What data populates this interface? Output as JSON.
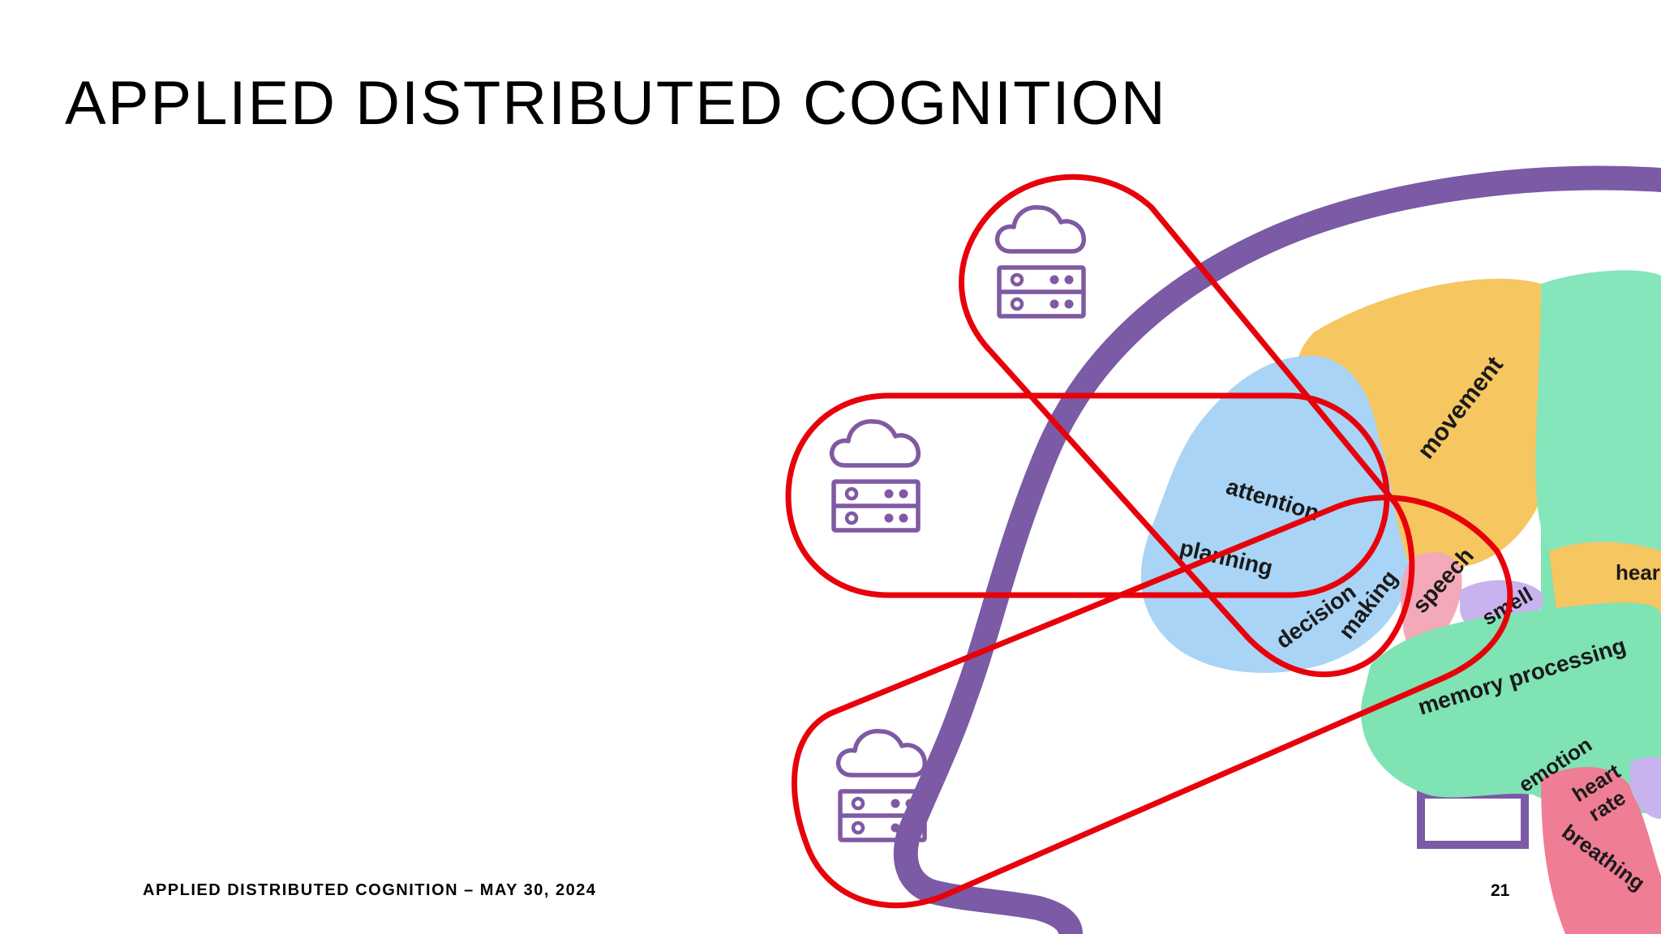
{
  "slide": {
    "title": "APPLIED DISTRIBUTED COGNITION",
    "footer": "APPLIED DISTRIBUTED COGNITION – MAY 30, 2024",
    "page_number": "21"
  },
  "brain_labels": {
    "movement": "movement",
    "attention": "attention",
    "planning": "planning",
    "decision": "decision",
    "making": "making",
    "speech": "speech",
    "smell": "smell",
    "hear": "hear",
    "memory_processing": "memory processing",
    "emotion": "emotion",
    "heart": "heart",
    "rate": "rate",
    "breathing": "breathing"
  },
  "icons": [
    "cloud-server-icon",
    "cloud-server-icon",
    "cloud-server-icon"
  ],
  "colors": {
    "highlight_red": "#e8000b",
    "icon_purple": "#7f5aa2",
    "head_outline": "#7b5aa6",
    "frontal_blue": "#a9d4f5",
    "motor_yellow": "#f6c660",
    "parietal_green": "#7fe3b4",
    "speech_pink": "#f4a9b8",
    "smell_lavender": "#c9b3ee",
    "brainstem_pink": "#ef7d94"
  }
}
